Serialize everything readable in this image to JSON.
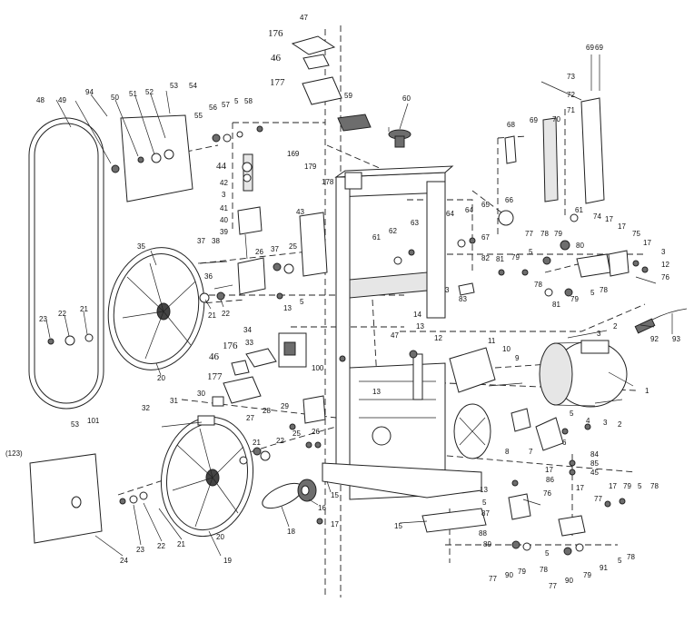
{
  "labels": {
    "p47": "47",
    "p176": "176",
    "p46": "46",
    "p177": "177",
    "p59": "59",
    "p60": "60",
    "p68": "68",
    "p69a": "69",
    "p69b": "69",
    "p69c": "69",
    "p70": "70",
    "p71": "71",
    "p72": "72",
    "p73": "73",
    "p48": "48",
    "p49": "49",
    "p94": "94",
    "p50": "50",
    "p51": "51",
    "p52": "52",
    "p53": "53",
    "p54": "54",
    "p55": "55",
    "p56": "56",
    "p57": "57",
    "p5": "5",
    "p58": "58",
    "p44": "44",
    "p42": "42",
    "p3": "3",
    "p41": "41",
    "p40": "40",
    "p39": "39",
    "p37a": "37",
    "p38": "38",
    "p26": "26",
    "p37b": "37",
    "p25": "25",
    "p43": "43",
    "p36": "36",
    "p35": "35",
    "p21a": "21",
    "p22a": "22",
    "p13a": "13",
    "p5b": "5",
    "p23a": "23",
    "p22b": "22",
    "p21b": "21",
    "p20a": "20",
    "p61a": "61",
    "p62": "62",
    "p63": "63",
    "p64a": "64",
    "p64b": "64",
    "p67": "67",
    "p65": "65",
    "p66": "66",
    "p82": "82",
    "p3b": "3",
    "p83": "83",
    "p81a": "81",
    "p79a": "79",
    "p5c": "5",
    "p78a": "78",
    "p77a": "77",
    "p78b": "78",
    "p79b": "79",
    "p80": "80",
    "p61b": "61",
    "p74": "74",
    "p17a": "17",
    "p17b": "17",
    "p75": "75",
    "p17c": "17",
    "p3c": "3",
    "p12a": "12",
    "p76": "76",
    "p78c": "78",
    "p79c": "79",
    "p5d": "5",
    "p81b": "81",
    "p34": "34",
    "p33": "33",
    "p176b": "176",
    "p46b": "46",
    "p14": "14",
    "p13b": "13",
    "p47b": "47",
    "p12b": "12",
    "p100": "100",
    "p11": "11",
    "p10": "10",
    "p9": "9",
    "p2a": "2",
    "p92": "92",
    "p93": "93",
    "p3d": "3",
    "p177b": "177",
    "p32": "32",
    "p31": "31",
    "p30": "30",
    "p29": "29",
    "p28": "28",
    "p27": "27",
    "p25b": "25",
    "p26b": "26",
    "p13c": "13",
    "p1": "1",
    "p2b": "2",
    "p3e": "3",
    "p4": "4",
    "p5e": "5",
    "p6": "6",
    "p7": "7",
    "p8": "8",
    "p123": "(123)",
    "p53b": "53",
    "p101": "101",
    "p24": "24",
    "p23b": "23",
    "p22c": "22",
    "p21c": "21",
    "p20b": "20",
    "p19": "19",
    "p22d": "22",
    "p21d": "21",
    "p18": "18",
    "p16": "16",
    "p17d": "17",
    "p15a": "15",
    "p15b": "15",
    "p13d": "13",
    "p5f": "5",
    "p87": "87",
    "p17e": "17",
    "p86": "86",
    "p76b": "76",
    "p88": "88",
    "p89": "89",
    "p84": "84",
    "p85": "85",
    "p45": "45",
    "p17f": "17",
    "p77b": "77",
    "p17g": "17",
    "p79d": "79",
    "p5g": "5",
    "p78d": "78",
    "p77c": "77",
    "p90a": "90",
    "p79e": "79",
    "p78e": "78",
    "p5h": "5",
    "p91": "91",
    "p77d": "77",
    "p90b": "90",
    "p79f": "79",
    "p5i": "5",
    "p78f": "78",
    "p169": "169",
    "p179": "179",
    "p178": "178"
  },
  "colors": {
    "ink": "#222222",
    "grey_fill": "#e6e6e6",
    "dark_fill": "#6d6d6d"
  }
}
